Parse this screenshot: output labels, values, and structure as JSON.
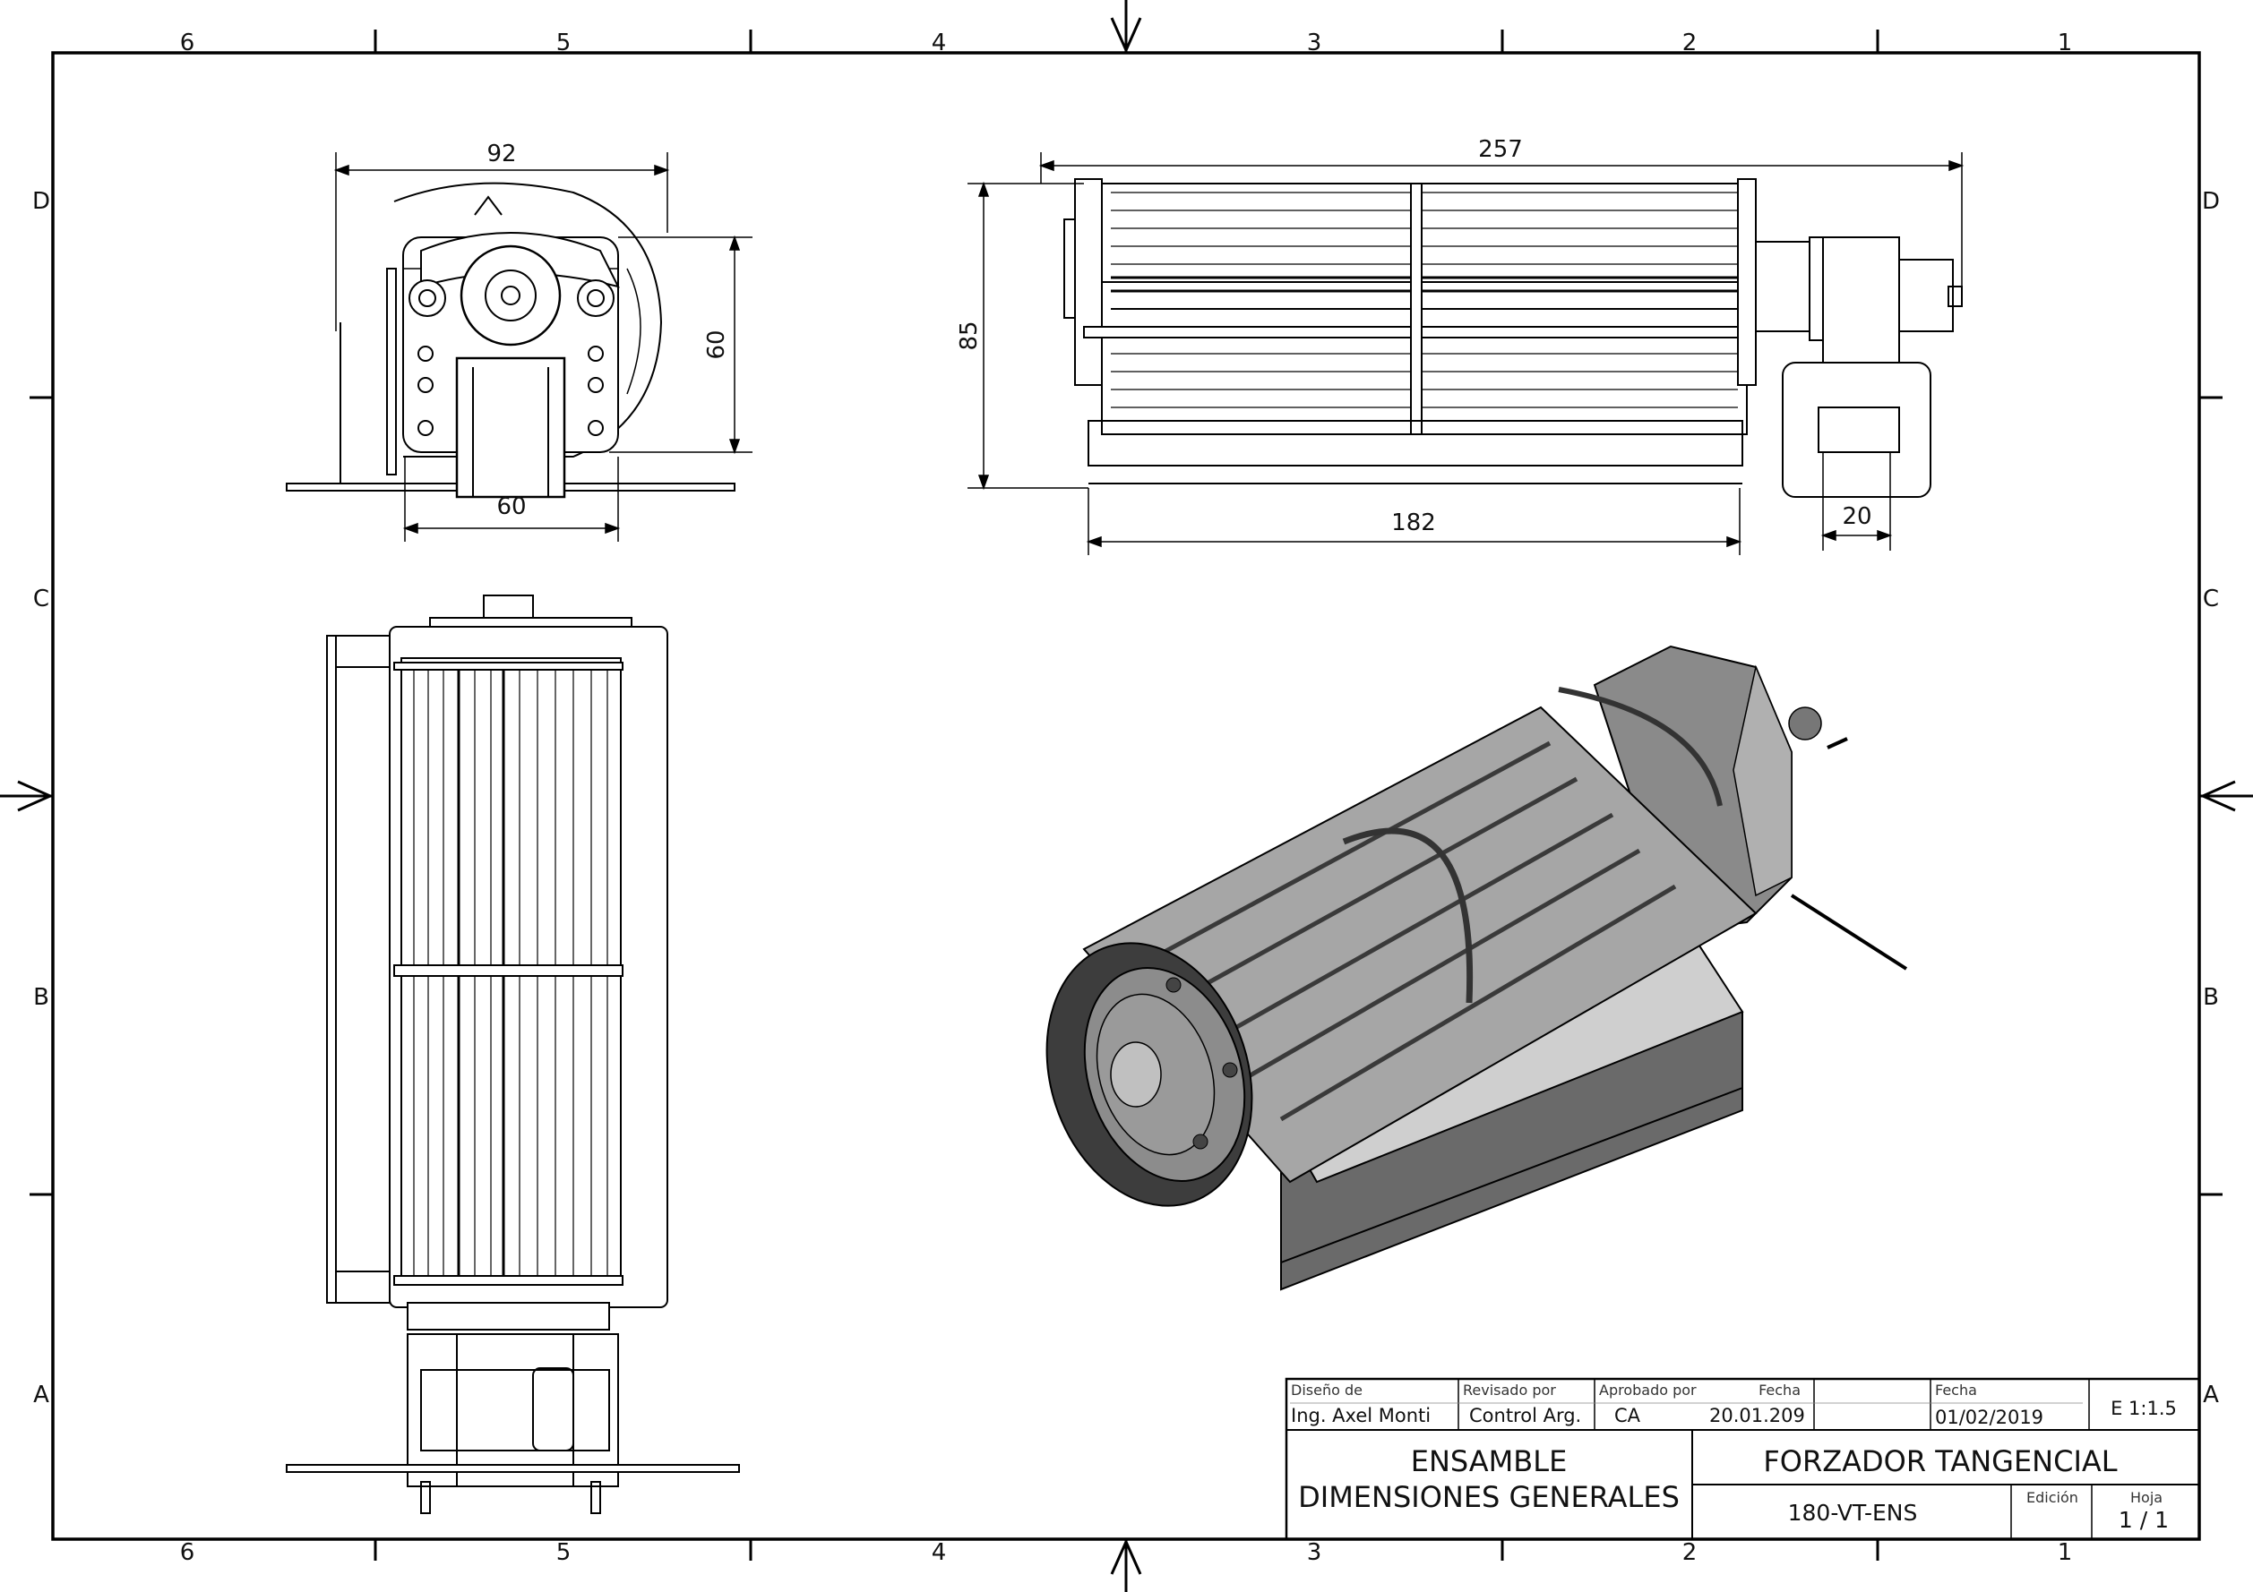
{
  "zones": {
    "columns": [
      "6",
      "5",
      "4",
      "3",
      "2",
      "1"
    ],
    "rows": [
      "D",
      "C",
      "B",
      "A"
    ]
  },
  "dimensions": {
    "front_width": "92",
    "front_height": "60",
    "front_base": "60",
    "side_length": "257",
    "side_height": "85",
    "side_body": "182",
    "side_motor": "20"
  },
  "title_block": {
    "design_label": "Diseño de",
    "design_value": "Ing. Axel Monti",
    "reviewed_label": "Revisado por",
    "reviewed_value": "Control Arg.",
    "approved_label": "Aprobado por",
    "approved_value": "CA",
    "date1_label": "Fecha",
    "date1_value": "20.01.209",
    "date2_label": "Fecha",
    "date2_value": "01/02/2019",
    "scale": "E 1:1.5",
    "title_line1": "ENSAMBLE",
    "title_line2": "DIMENSIONES  GENERALES",
    "part_name": "FORZADOR TANGENCIAL",
    "part_number": "180-VT-ENS",
    "edition_label": "Edición",
    "sheet_label": "Hoja",
    "sheet_value": "1 / 1"
  }
}
